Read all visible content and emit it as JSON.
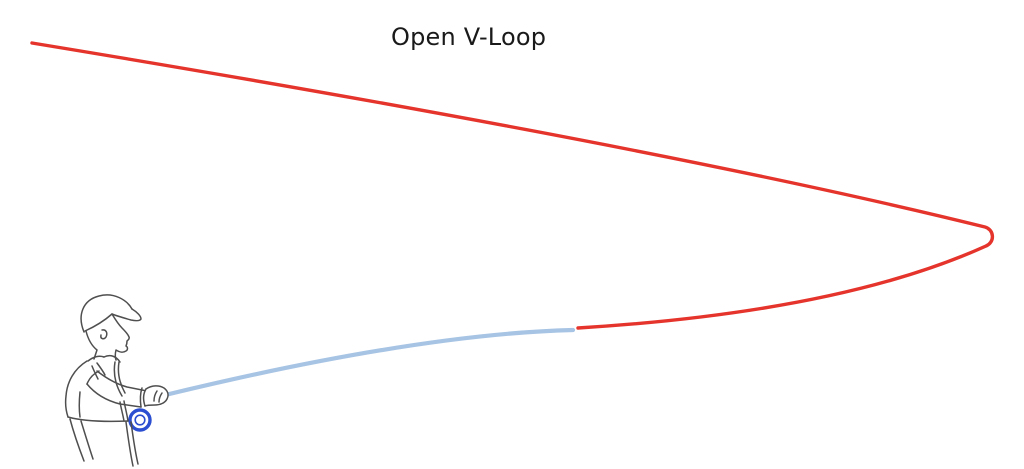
{
  "title": {
    "text": "Open V-Loop"
  },
  "colors": {
    "fly_line": "#e5342b",
    "rod": "#a7c4e4",
    "reel": "#2c4ed0",
    "figure_outline": "#4f4f4f",
    "title_text": "#1a1a1a",
    "background": "#ffffff"
  },
  "diagram": {
    "figure_label": "angler-casting-fly-rod",
    "line_label": "fly-line-open-v-loop",
    "rod_label": "fly-rod",
    "reel_label": "fly-reel"
  }
}
